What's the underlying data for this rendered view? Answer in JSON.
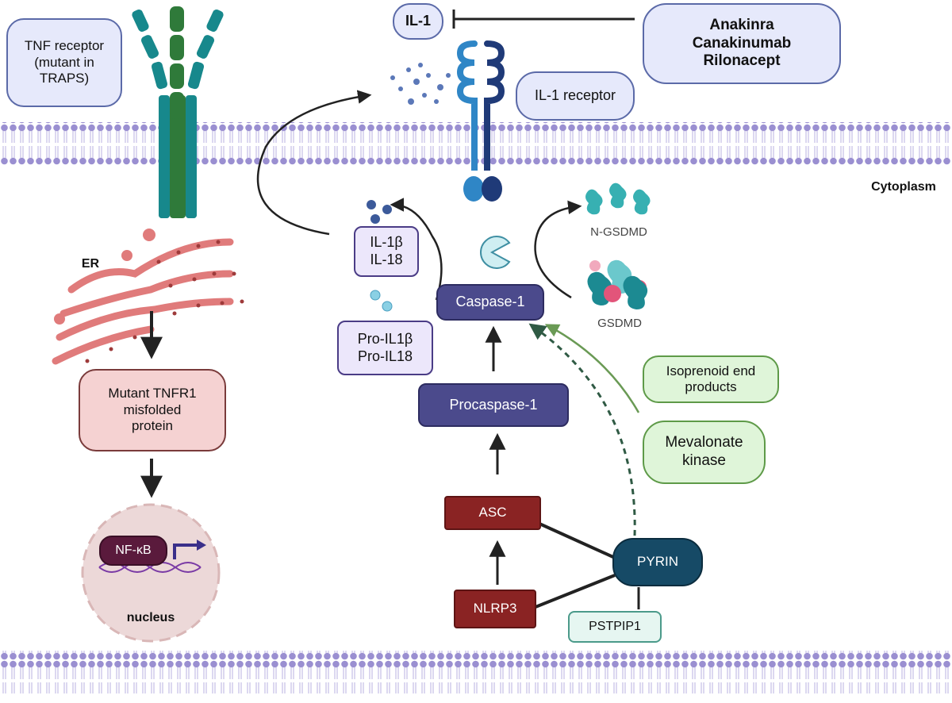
{
  "labels": {
    "tnf_receptor": "TNF receptor\n(mutant in\nTRAPS)",
    "il1": "IL-1",
    "drugs": "Anakinra\nCanakinumab\nRilonacept",
    "il1_receptor": "IL-1 receptor",
    "cytoplasm": "Cytoplasm",
    "er": "ER",
    "il1b_il18": "IL-1β\nIL-18",
    "pro_il1b_il18": "Pro-IL1β\nPro-IL18",
    "caspase1": "Caspase-1",
    "procaspase1": "Procaspase-1",
    "asc": "ASC",
    "nlrp3": "NLRP3",
    "pyrin": "PYRIN",
    "pstpip1": "PSTPIP1",
    "n_gsdmd": "N-GSDMD",
    "gsdmd": "GSDMD",
    "isoprenoid": "Isoprenoid end\nproducts",
    "mevalonate": "Mevalonate\nkinase",
    "mutant_tnfr1": "Mutant TNFR1\nmisfolded\nprotein",
    "nfkb": "NF-κB",
    "nucleus": "nucleus"
  },
  "colors": {
    "membrane": "#9a8fd1",
    "receptor_teal": "#17888c",
    "receptor_green": "#2f7a3a",
    "il1r_light": "#2f86c6",
    "il1r_dark": "#1f3a78",
    "er_pink": "#e07b7b",
    "pathway_green": "#6a9a55",
    "dashed_green": "#2f5a44"
  }
}
